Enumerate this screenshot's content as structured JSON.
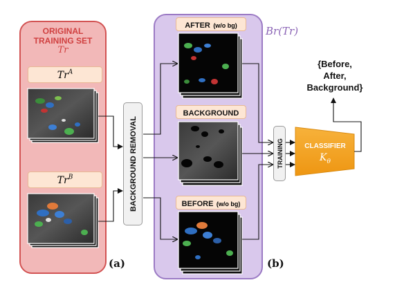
{
  "panel_a": {
    "title_line1": "ORIGINAL",
    "title_line2": "TRAINING SET",
    "title_symbol": "Tr",
    "set_a": {
      "base": "Tr",
      "sup": "A"
    },
    "set_b": {
      "base": "Tr",
      "sup": "B"
    },
    "caption": "(a)"
  },
  "bg_removal": "BACKGROUND REMOVAL",
  "panel_b": {
    "symbol": "Br(Tr)",
    "after_label": "AFTER",
    "after_suffix": "(w/o bg)",
    "background_label": "BACKGROUND",
    "before_label": "BEFORE",
    "before_suffix": "(w/o bg)",
    "caption": "(b)"
  },
  "training": "TRAINING",
  "classifier": {
    "label": "CLASSIFIER",
    "symbol_base": "K",
    "symbol_sub": "θ"
  },
  "output": {
    "line1": "{Before,",
    "line2": "After,",
    "line3": "Background}"
  },
  "colors": {
    "panel_a_fill": "#f2b8b8",
    "panel_a_border": "#d25252",
    "panel_b_fill": "#d9c8ec",
    "panel_b_border": "#9b7ac4",
    "classifier": "#f5a623",
    "title_red": "#d04040",
    "symbol_purple": "#8a63b5"
  }
}
